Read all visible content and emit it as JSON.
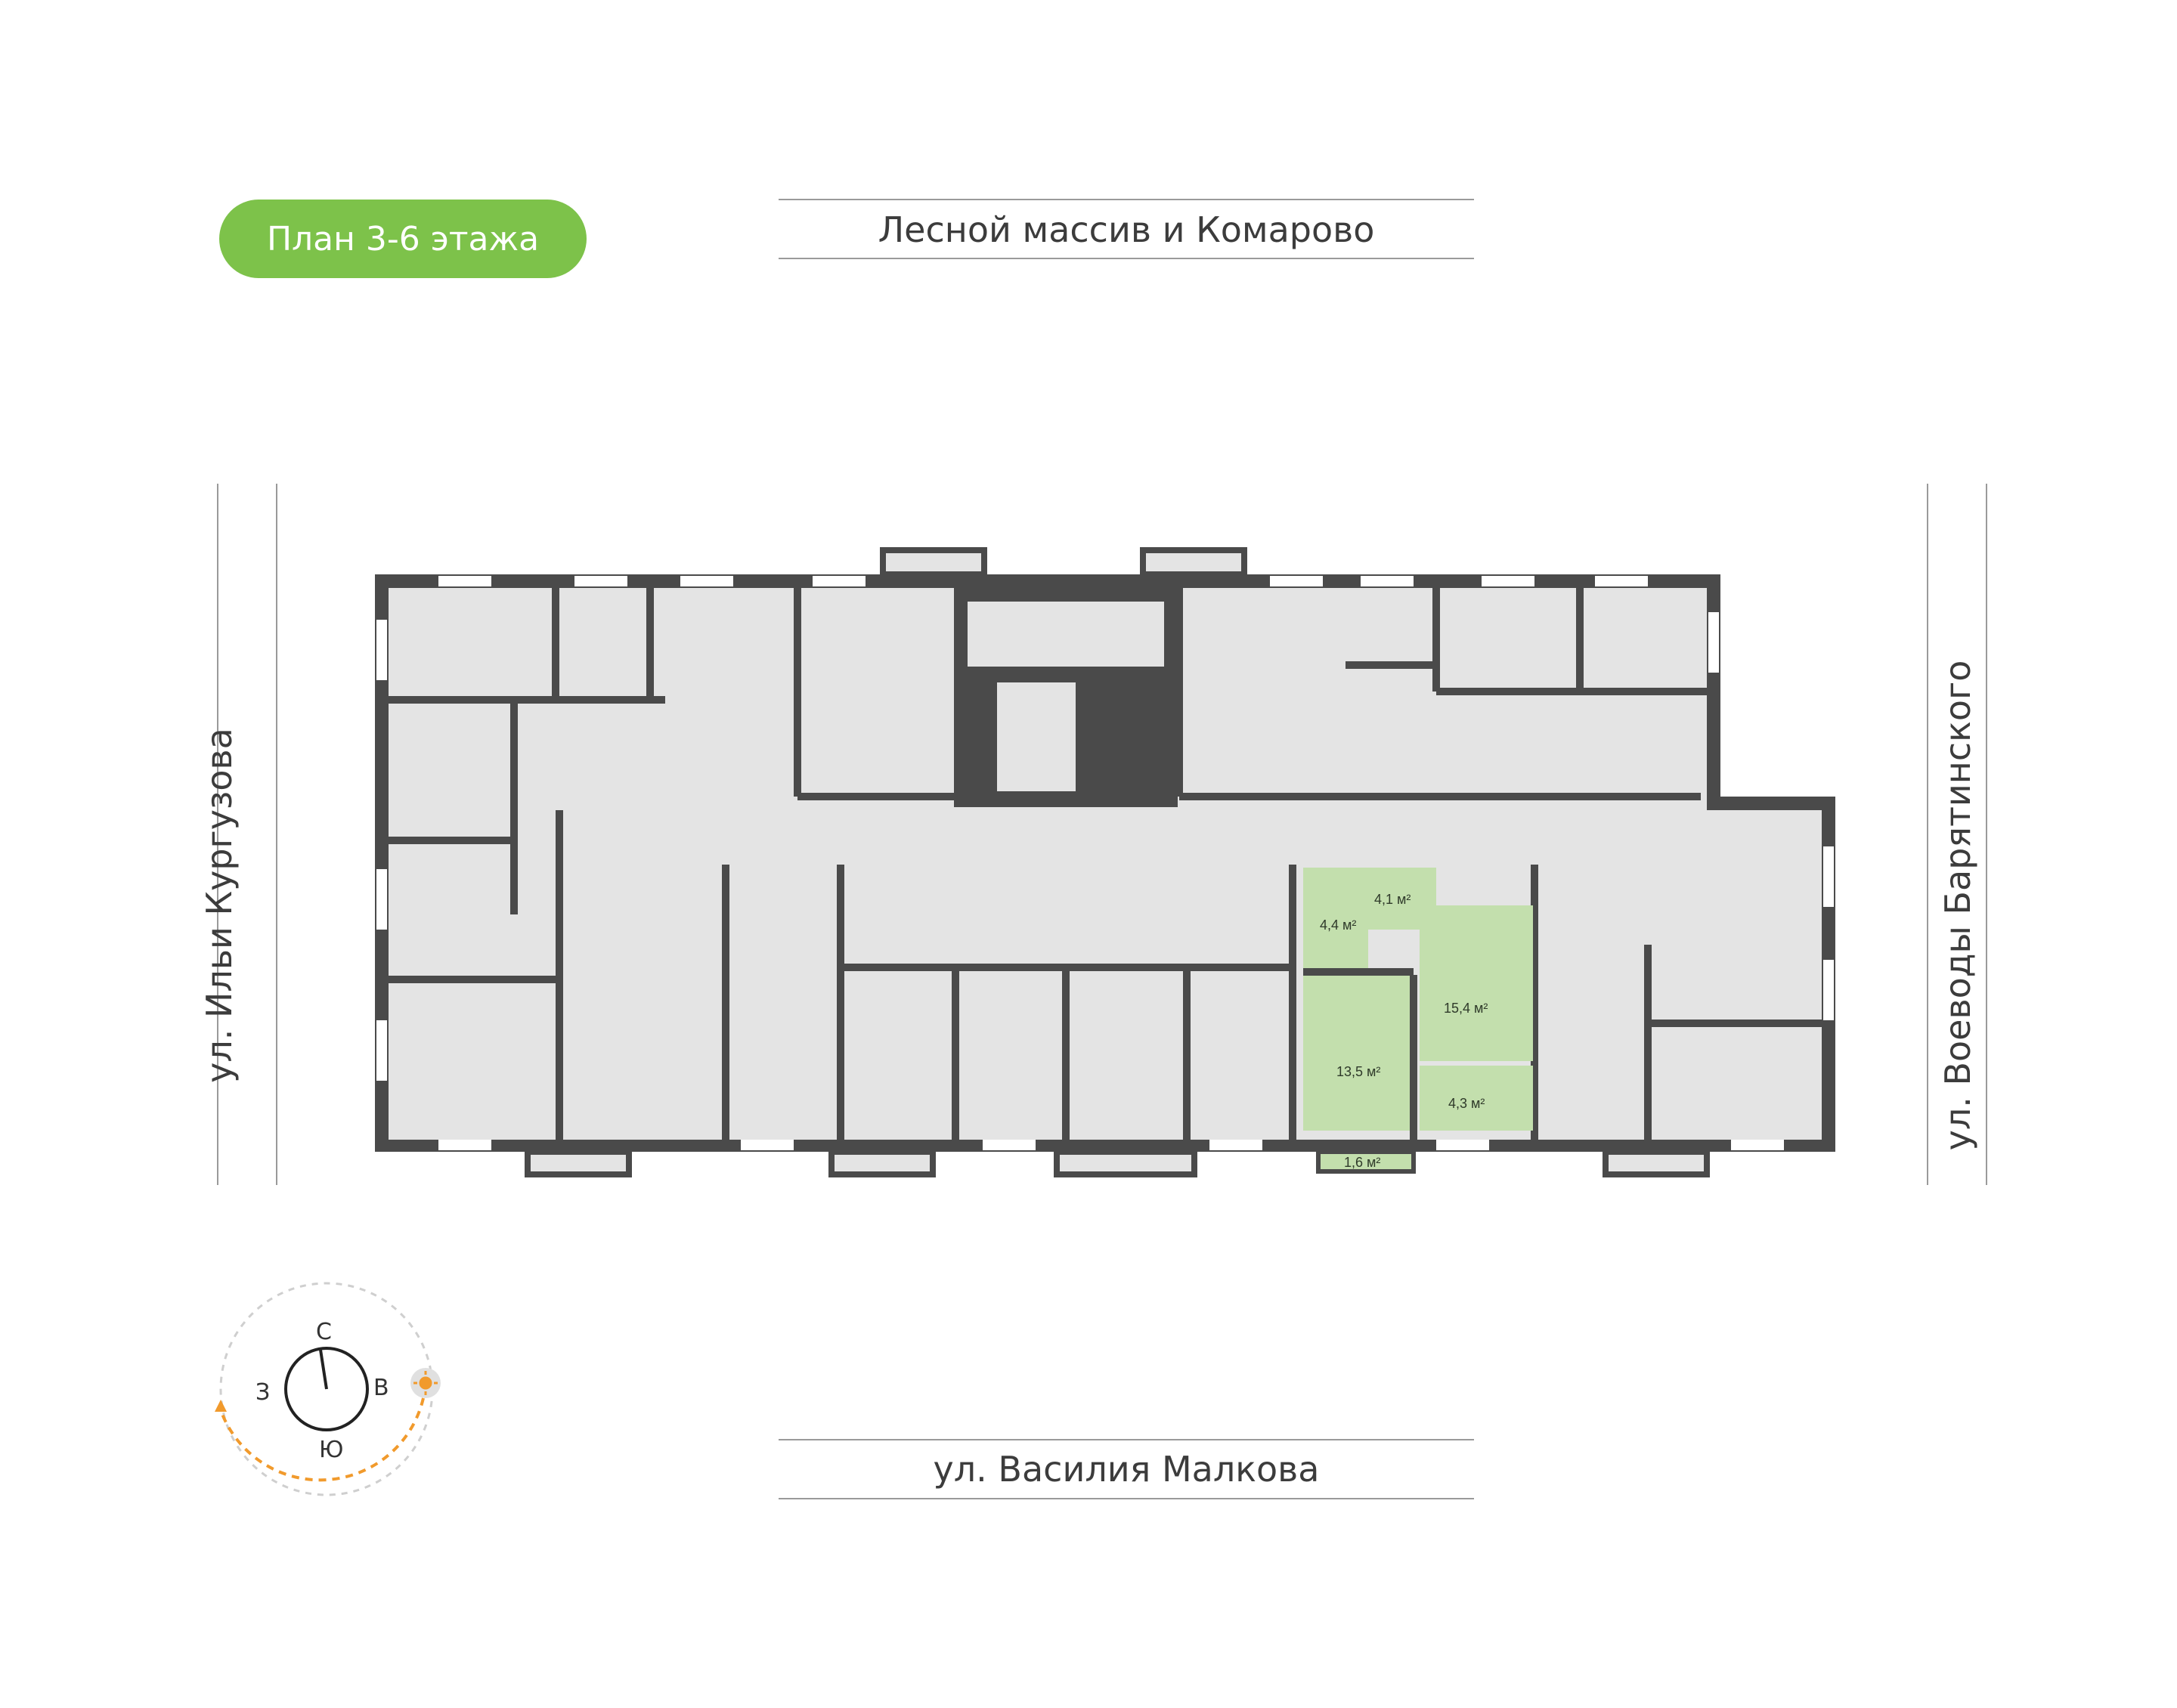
{
  "title": "План 3-6 этажа",
  "streets": {
    "top": "Лесной массив и Комарово",
    "bottom": "ул. Василия Малкова",
    "left": "ул. Ильи Кургузова",
    "right": "ул. Воеводы Барятинского"
  },
  "compass": {
    "north": "С",
    "south": "Ю",
    "west": "З",
    "east": "В",
    "sun_icon": "sun-icon"
  },
  "highlighted_apartment": {
    "rooms": [
      {
        "area": "4,1 м²"
      },
      {
        "area": "4,4 м²"
      },
      {
        "area": "15,4 м²"
      },
      {
        "area": "13,5 м²"
      },
      {
        "area": "4,3 м²"
      },
      {
        "area": "1,6 м²"
      }
    ]
  },
  "colors": {
    "accent": "#7dc24a",
    "highlight_fill": "#c3dfad",
    "wall": "#4a4a4a",
    "room_fill": "#e4e4e4",
    "sun": "#f19a2c"
  }
}
